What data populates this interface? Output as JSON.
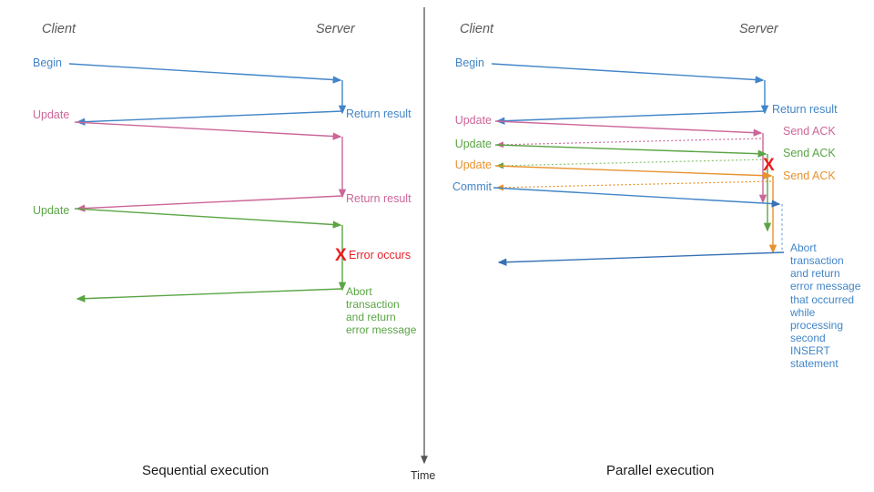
{
  "figure": {
    "title": "Sequential vs parallel transaction execution sequence diagram",
    "background": "#ffffff"
  },
  "colors": {
    "blue": "#4285c8",
    "blue_dark": "#3672b5",
    "pink": "#cc6699",
    "green": "#5aa545",
    "green_light": "#8cc474",
    "orange": "#e8922e",
    "red": "#ee1b20",
    "gray_axis": "#555555",
    "actor_text": "#595959",
    "caption_text": "#1a1a1a"
  },
  "time_axis": {
    "label": "Time",
    "name": "time-axis"
  },
  "panels": [
    {
      "id": "sequential",
      "caption": "Sequential execution",
      "actors": {
        "client": "Client",
        "server": "Server"
      },
      "messages": [
        {
          "id": "begin",
          "label": "Begin",
          "color": "#4285c8",
          "dir": "to-server"
        },
        {
          "id": "return-result-1",
          "label": "Return result",
          "color": "#4285c8",
          "dir": "to-client"
        },
        {
          "id": "update-1",
          "label": "Update",
          "color": "#cc6699",
          "dir": "to-server"
        },
        {
          "id": "return-result-2",
          "label": "Return result",
          "color": "#cc6699",
          "dir": "to-client"
        },
        {
          "id": "update-2",
          "label": "Update",
          "color": "#5aa545",
          "dir": "to-server"
        }
      ],
      "error": {
        "label": "Error occurs",
        "marker": "X",
        "color": "#ee1b20"
      },
      "note": {
        "color": "#5aa545",
        "lines": [
          "Abort",
          "transaction",
          "and return",
          "error message"
        ],
        "text": "Abort transaction and return error message"
      }
    },
    {
      "id": "parallel",
      "caption": "Parallel execution",
      "actors": {
        "client": "Client",
        "server": "Server"
      },
      "messages": [
        {
          "id": "begin",
          "label": "Begin",
          "color": "#4285c8",
          "dir": "to-server"
        },
        {
          "id": "return-result",
          "label": "Return result",
          "color": "#4285c8",
          "dir": "to-client"
        },
        {
          "id": "update-1",
          "label": "Update",
          "color": "#cc6699",
          "dir": "to-server"
        },
        {
          "id": "send-ack-1",
          "label": "Send ACK",
          "color": "#cc6699",
          "dir": "to-client"
        },
        {
          "id": "update-2",
          "label": "Update",
          "color": "#5aa545",
          "dir": "to-server"
        },
        {
          "id": "send-ack-2",
          "label": "Send ACK",
          "color": "#5aa545",
          "dir": "to-client"
        },
        {
          "id": "update-3",
          "label": "Update",
          "color": "#e8922e",
          "dir": "to-server"
        },
        {
          "id": "send-ack-3",
          "label": "Send ACK",
          "color": "#e8922e",
          "dir": "to-client"
        },
        {
          "id": "commit",
          "label": "Commit",
          "color": "#4285c8",
          "dir": "to-server"
        }
      ],
      "error": {
        "label": "",
        "marker": "X",
        "color": "#ee1b20"
      },
      "note": {
        "color": "#4285c8",
        "lines": [
          "Abort",
          "transaction",
          "and return",
          "error message",
          "that occurred",
          "while",
          "processing",
          "second",
          "INSERT",
          "statement"
        ],
        "text": "Abort transaction and return error message that occurred while processing second INSERT statement"
      }
    }
  ]
}
